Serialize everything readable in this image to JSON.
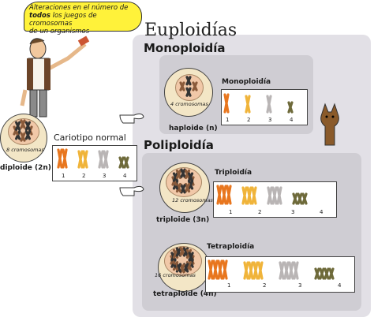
{
  "bubble": {
    "line1": "Alteraciones en el número de",
    "bold": "todos",
    "line2": "los juegos de cromosomas",
    "line3": "de un organismos"
  },
  "title": "Euploidías",
  "monoploidia": {
    "heading": "Monoploidía",
    "sub_heading": "Monoploidía",
    "cell_label": "4 cromosomas",
    "caption": "haploide (n)",
    "numbers": [
      "1",
      "2",
      "3",
      "4"
    ]
  },
  "normal": {
    "heading": "Cariotipo normal",
    "cell_label": "8 cromosomas",
    "caption": "diploide (2n)",
    "numbers": [
      "1",
      "2",
      "3",
      "4"
    ]
  },
  "poliploidia": {
    "heading": "Poliploidía",
    "triploidia": {
      "heading": "Triploidía",
      "cell_label": "12 cromosomas",
      "caption": "triploide (3n)",
      "numbers": [
        "1",
        "2",
        "3",
        "4"
      ]
    },
    "tetraploidia": {
      "heading": "Tetraploidía",
      "cell_label": "16 cromosomas",
      "caption": "tetraploide (4n)",
      "numbers": [
        "1",
        "2",
        "3",
        "4"
      ]
    }
  },
  "colors": {
    "chr1": "#e8761e",
    "chr2": "#f0b43a",
    "chr3": "#b9b5b5",
    "chr4": "#6e6a3a",
    "panel": "#e2e0e6",
    "subpanel": "#cfcdd3",
    "bubble": "#fff23a"
  }
}
